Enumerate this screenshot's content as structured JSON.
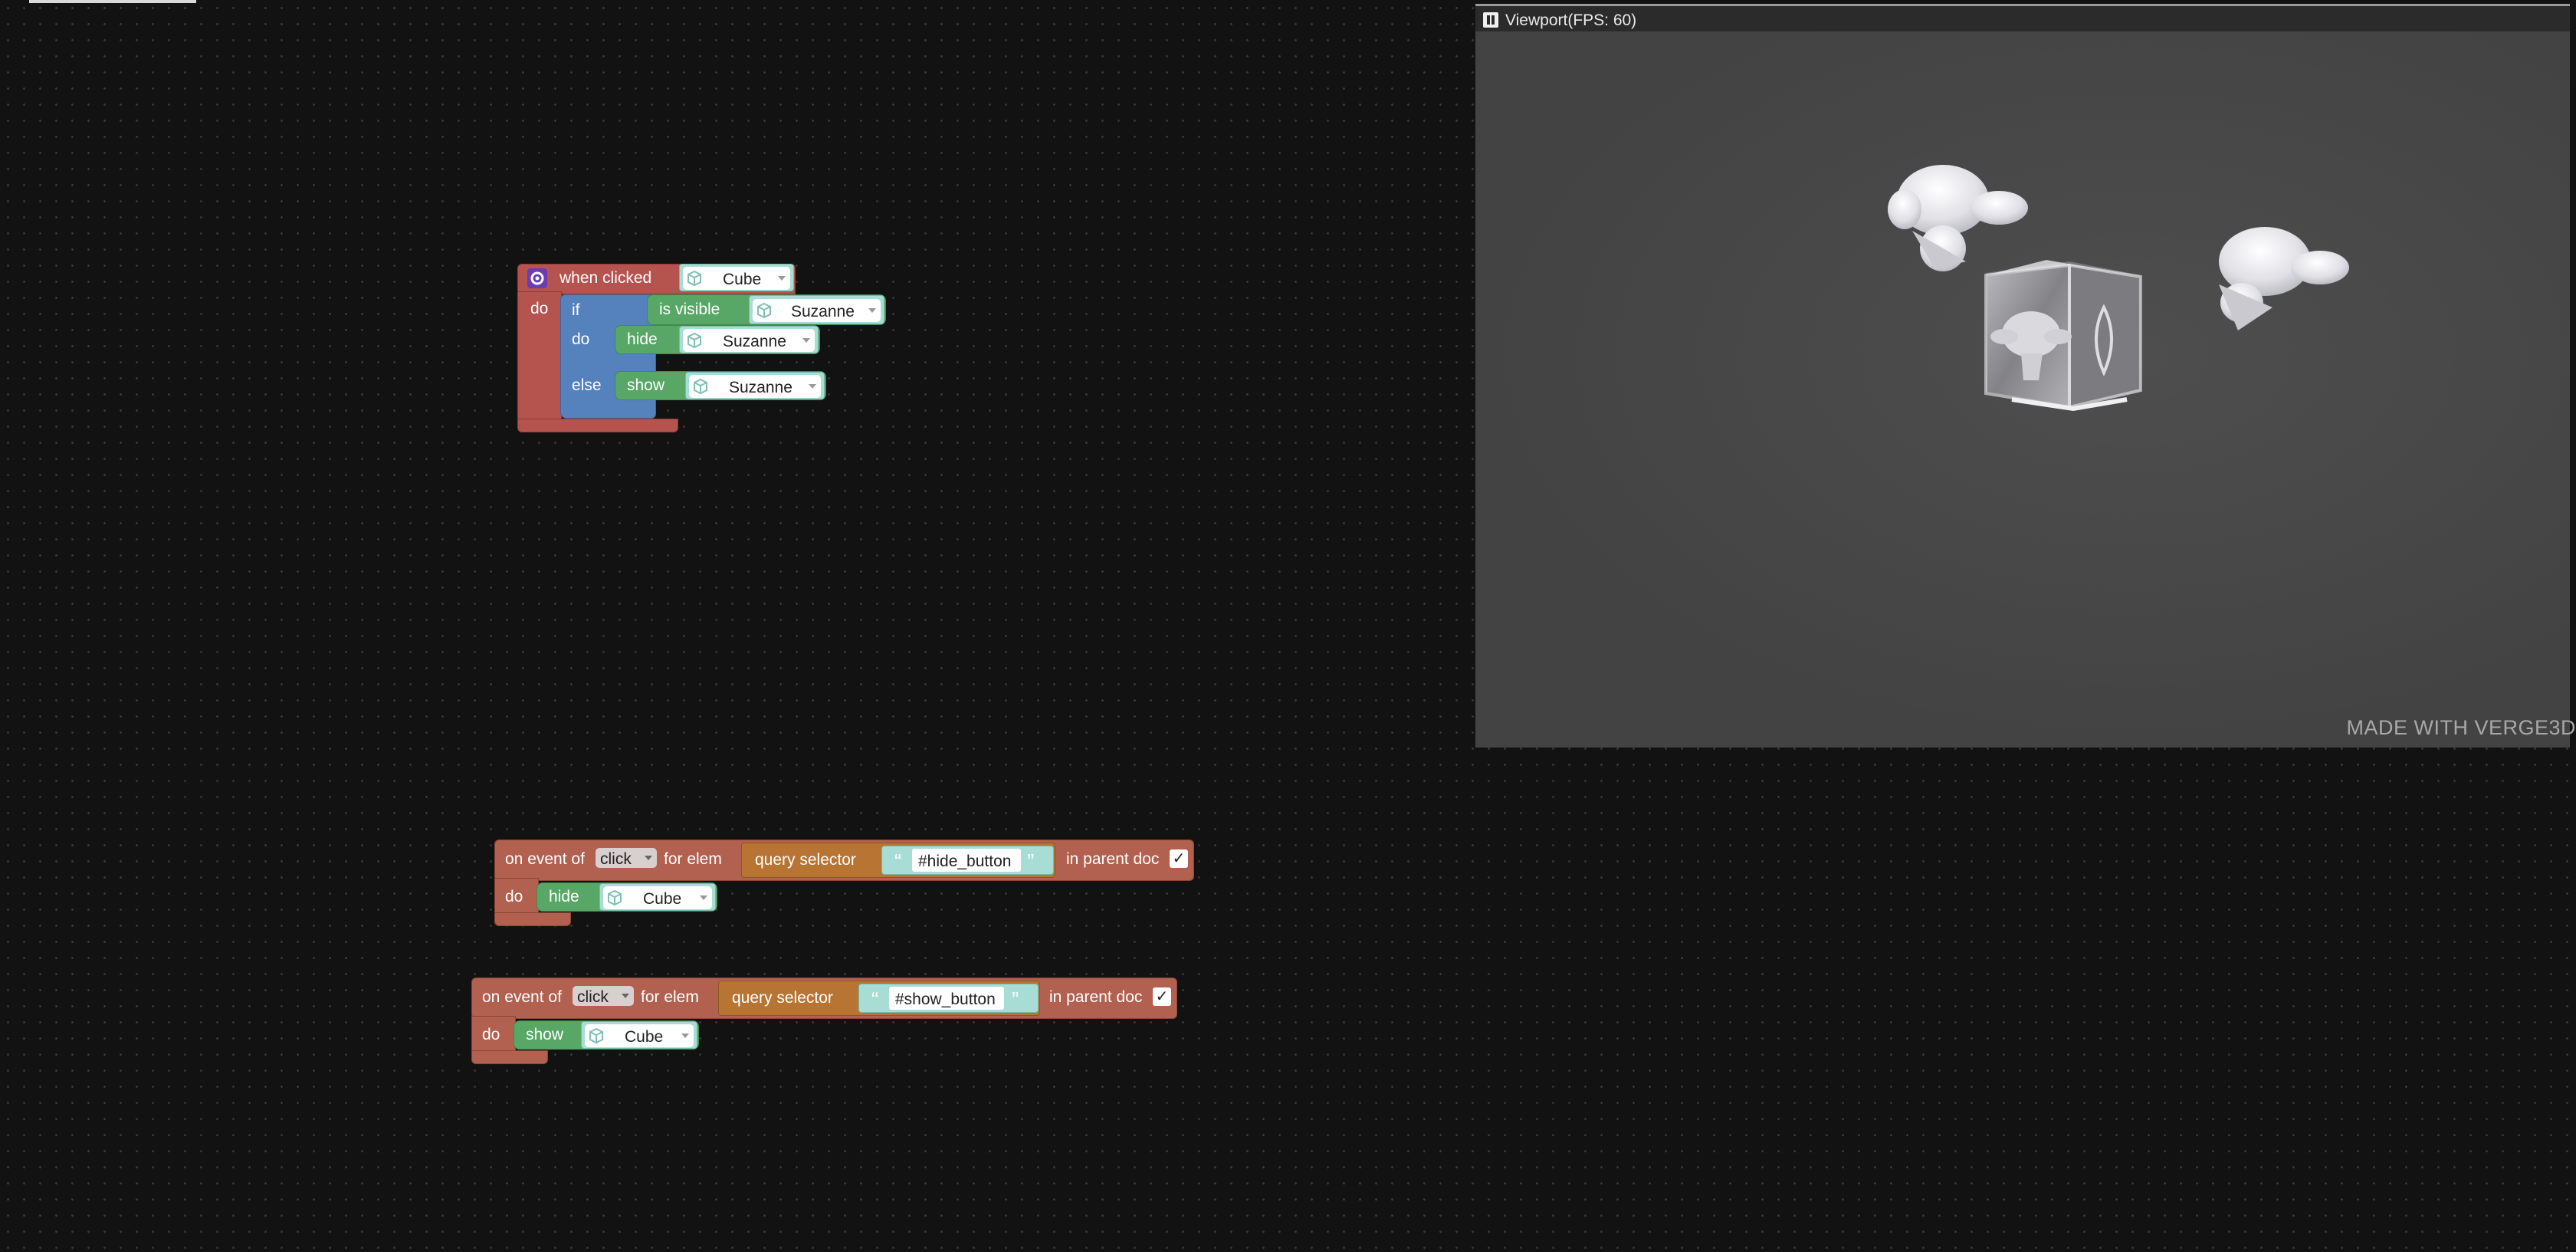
{
  "viewport": {
    "title": "Viewport(FPS: 60)",
    "watermark": "MADE WITH VERGE3D"
  },
  "block1": {
    "event_label": "when clicked",
    "object": "Cube",
    "do_label": "do",
    "if_label": "if",
    "condition": "is visible",
    "cond_object": "Suzanne",
    "then_do_label": "do",
    "then_action": "hide",
    "then_object": "Suzanne",
    "else_label": "else",
    "else_action": "show",
    "else_object": "Suzanne"
  },
  "block2": {
    "prefix": "on event of",
    "event": "click",
    "for_elem": "for elem",
    "selector_label": "query selector",
    "selector": "#hide_button",
    "parent_doc": "in parent doc",
    "check": "✓",
    "do_label": "do",
    "action": "hide",
    "object": "Cube"
  },
  "block3": {
    "prefix": "on event of",
    "event": "click",
    "for_elem": "for elem",
    "selector_label": "query selector",
    "selector": "#show_button",
    "parent_doc": "in parent doc",
    "check": "✓",
    "do_label": "do",
    "action": "show",
    "object": "Cube"
  },
  "colors": {
    "event_block": "#b5534f",
    "html_event_block": "#b2604f",
    "logic_block": "#5581bd",
    "object_block": "#58a767",
    "selector_block": "#b77433",
    "object_value": "#a7ddd4"
  }
}
